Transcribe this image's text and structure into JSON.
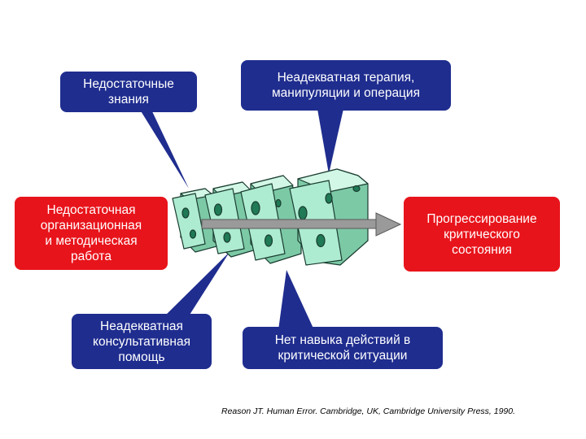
{
  "labels": {
    "insufficient_knowledge": "Недостаточные\nзнания",
    "inadequate_therapy": "Неадекватная терапия,\nманипуляции и операция",
    "insufficient_org_work": "Недостаточная\nорганизационная\nи методическая\nработа",
    "critical_progression": "Прогрессирование\nкритического\nсостояния",
    "inadequate_consult": "Неадекватная\nконсультативная\nпомощь",
    "no_skill_critical": "Нет навыка действий в\nкритической ситуации"
  },
  "citation": "Reason JT. Human Error. Cambridge, UK, Cambridge University Press, 1990.",
  "colors": {
    "blue_box": "#1f2d8f",
    "red_box": "#e8141b",
    "cheese_face": "#aeecd2",
    "cheese_top": "#d2f7e6",
    "cheese_side": "#7cc9a6",
    "arrow": "#9a9a9a"
  }
}
